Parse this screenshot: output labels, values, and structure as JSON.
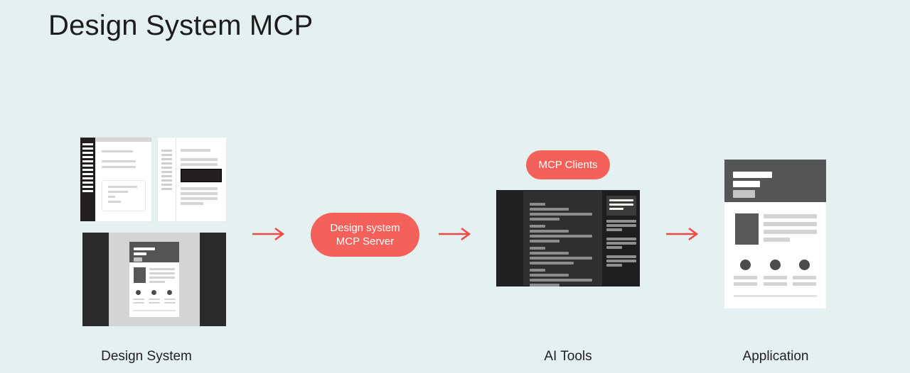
{
  "page": {
    "title": "Design System MCP",
    "background_color": "#e4f1f0",
    "accent_color": "#f4615a",
    "text_color": "#1c1c1c"
  },
  "stages": [
    {
      "id": "design-system",
      "label": "Design System"
    },
    {
      "id": "ai-tools",
      "label": "AI Tools"
    },
    {
      "id": "application",
      "label": "Application"
    }
  ],
  "nodes": {
    "mcp_server": {
      "line1": "Design system",
      "line2": "MCP Server",
      "color": "#f4615a",
      "text_color": "#ffffff"
    },
    "mcp_clients": {
      "label": "MCP Clients",
      "color": "#f4615a",
      "text_color": "#ffffff"
    }
  },
  "arrows": [
    {
      "id": "arrow-1",
      "from": "design-system",
      "to": "mcp-server",
      "direction": "right",
      "color": "#ef4a47"
    },
    {
      "id": "arrow-2",
      "from": "mcp-server",
      "to": "ai-tools",
      "direction": "right",
      "color": "#ef4a47"
    },
    {
      "id": "arrow-3",
      "from": "ai-tools",
      "to": "application",
      "direction": "right",
      "color": "#ef4a47"
    }
  ],
  "mockups": {
    "doc_1": {
      "name": "documentation-page-with-sidebar",
      "sidebar_color": "#231f20",
      "nav_items": 12
    },
    "doc_2": {
      "name": "documentation-page-with-code-block",
      "block_color": "#231f20",
      "nav_items": 12
    },
    "device": {
      "name": "design-system-preview-device",
      "frame_color": "#2a2a2a",
      "canvas_color": "#d4d4d4"
    },
    "ide": {
      "name": "ai-code-editor",
      "background_color": "#2a2a2a",
      "code_line_color": "#8c8c8c",
      "code_groups": 4,
      "lines_per_group": 4,
      "panel_groups": 3
    },
    "application": {
      "name": "rendered-application-page",
      "header_color": "#555555",
      "feature_count": 3
    }
  }
}
